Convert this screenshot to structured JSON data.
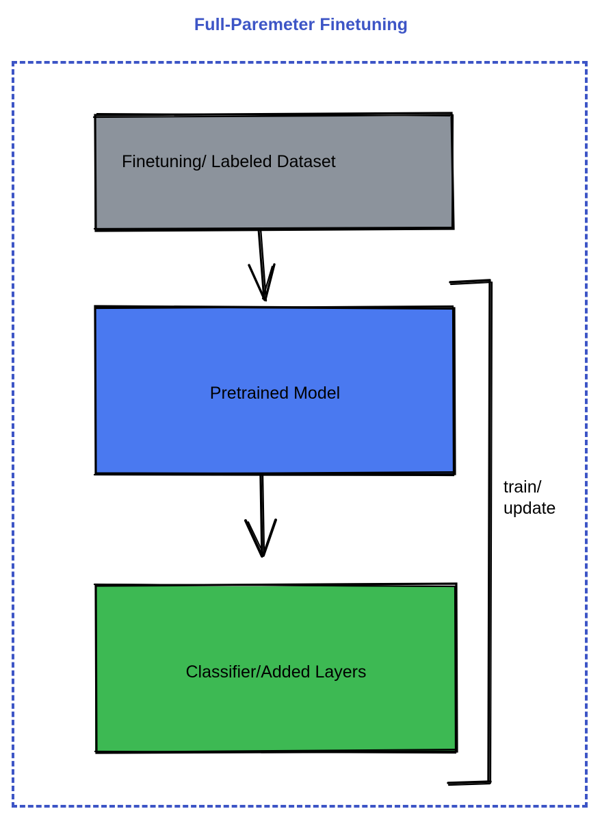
{
  "title": "Full-Paremeter Finetuning",
  "theme": {
    "title_color": "#3d55c6",
    "frame_border_color": "#3d55c6",
    "stroke_color": "#000000",
    "background": "#ffffff"
  },
  "nodes": [
    {
      "id": "dataset",
      "label": "Finetuning/ Labeled Dataset",
      "fill": "#8c939c",
      "shape": "sketch-rectangle"
    },
    {
      "id": "pretrained",
      "label": "Pretrained Model",
      "fill": "#4a79f0",
      "shape": "sketch-rectangle"
    },
    {
      "id": "classifier",
      "label": "Classifier/Added Layers",
      "fill": "#3db953",
      "shape": "sketch-rectangle"
    }
  ],
  "connectors": [
    {
      "id": "dataset-to-pretrained",
      "from": "dataset",
      "to": "pretrained",
      "style": "hand-drawn-arrow",
      "label": ""
    },
    {
      "id": "pretrained-to-classifier",
      "from": "pretrained",
      "to": "classifier",
      "style": "hand-drawn-arrow",
      "label": ""
    },
    {
      "id": "feedback-loop",
      "from": "classifier",
      "to": "pretrained",
      "style": "hand-drawn-bracket",
      "label_line1": "train/",
      "label_line2": "update"
    }
  ],
  "loop_label": {
    "line1": "train/",
    "line2": "update"
  }
}
